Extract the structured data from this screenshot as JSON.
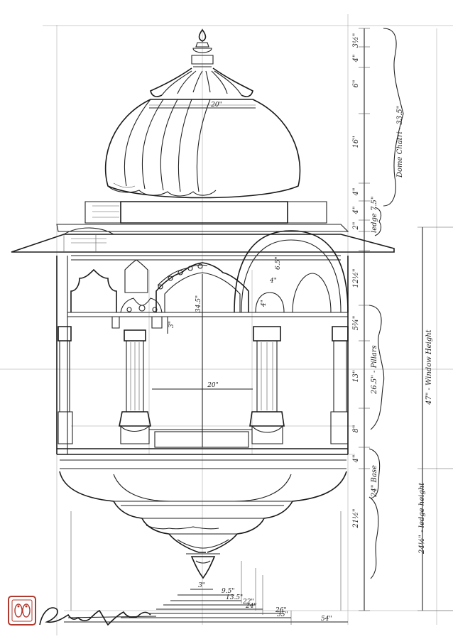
{
  "dimensions": {
    "right_column": [
      "3½\"",
      "4\"",
      "6\"",
      "16\"",
      "4\"",
      "4\"",
      "2\"",
      "12½\"",
      "5¾\"",
      "13\"",
      "8\"",
      "4\"",
      "21½\""
    ],
    "right_labels": {
      "dome": "Dome Chatri - 33.5\"",
      "ledge": "ledge 7.5\"",
      "pillars": "26.5\" - Pillars",
      "base": "24\" Base",
      "window_height": "47\" - Window Height",
      "ledge_height": "24½\" - ledge height"
    },
    "inner": {
      "dome_width": "20\"",
      "arch_height": "34.5\"",
      "opening_width": "20\"",
      "bracket": "3\"",
      "small_a": "6.5\"",
      "small_b": "4\"",
      "small_c": "4\""
    },
    "bottom": [
      "3\"",
      "9.5\"",
      "13.5\"",
      "22\"",
      "24\"",
      "26\"",
      "35\"",
      "54\""
    ]
  },
  "signature": {
    "text": "RadhaVGoraik",
    "stamp": "RG"
  },
  "colors": {
    "ink": "#222222",
    "stamp": "#b03a2e",
    "paper": "#ffffff"
  }
}
